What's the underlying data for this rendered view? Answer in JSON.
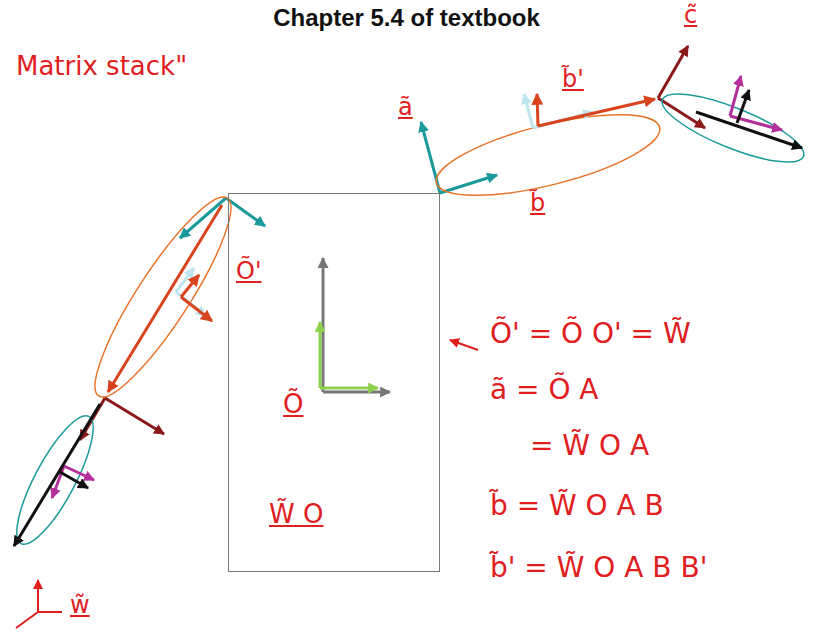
{
  "diagram": {
    "title": "Chapter 5.4 of textbook",
    "nodes": [
      {
        "text": [
          "Õ",
          "W̃ O"
        ]
      }
    ],
    "labels": [
      "Matrix stack\"",
      "c̃",
      "b̃'",
      "ã",
      "b̃",
      "Õ'",
      "Õ' = Õ O' = W̃",
      "ã = Õ A",
      "= W̃ O A",
      "b̃ = W̃ O A B",
      "b̃' = W̃ O A B B'",
      "w̃"
    ]
  }
}
